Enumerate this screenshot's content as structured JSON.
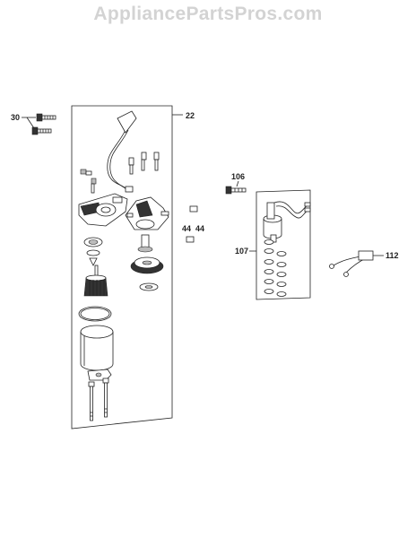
{
  "watermark": "AppliancePartsPros.com",
  "callouts": {
    "c30": "30",
    "c22": "22",
    "c44a": "44",
    "c44b": "44",
    "c106": "106",
    "c107": "107",
    "c112": "112"
  }
}
